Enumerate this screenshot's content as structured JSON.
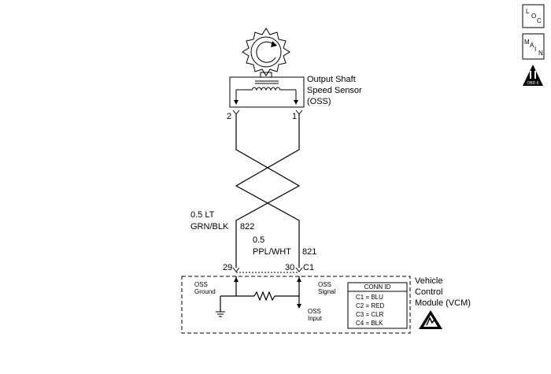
{
  "sensor": {
    "name_line1": "Output Shaft",
    "name_line2": "Speed Sensor",
    "name_line3": "(OSS)",
    "pin_left": "2",
    "pin_right": "1"
  },
  "wires": {
    "wire_a_gauge": "0.5 LT",
    "wire_a_color": "GRN/BLK",
    "wire_a_circuit": "822",
    "wire_b_gauge": "0.5",
    "wire_b_color": "PPL/WHT",
    "wire_b_circuit": "821"
  },
  "connector": {
    "pin_left": "29",
    "pin_right": "30",
    "id": "C1"
  },
  "module": {
    "name_line1": "Vehicle",
    "name_line2": "Control",
    "name_line3": "Module (VCM)",
    "ground_label_1": "OSS",
    "ground_label_2": "Ground",
    "signal_label_1": "OSS",
    "signal_label_2": "Signal",
    "input_label_1": "OSS",
    "input_label_2": "Input"
  },
  "conn_table": {
    "title": "CONN ID",
    "rows": [
      "C1 = BLU",
      "C2 = RED",
      "C3 = CLR",
      "C4 = BLK"
    ]
  },
  "side_icons": {
    "loc": {
      "l1": "L",
      "l2": "O",
      "l3": "C"
    },
    "main": {
      "l1": "M",
      "l2": "A",
      "l3": "I",
      "l4": "N"
    },
    "obd": "OBD II"
  },
  "icons": [
    "gear-icon",
    "esd-warning-icon",
    "ground-icon",
    "resistor-icon",
    "obd-icon"
  ]
}
